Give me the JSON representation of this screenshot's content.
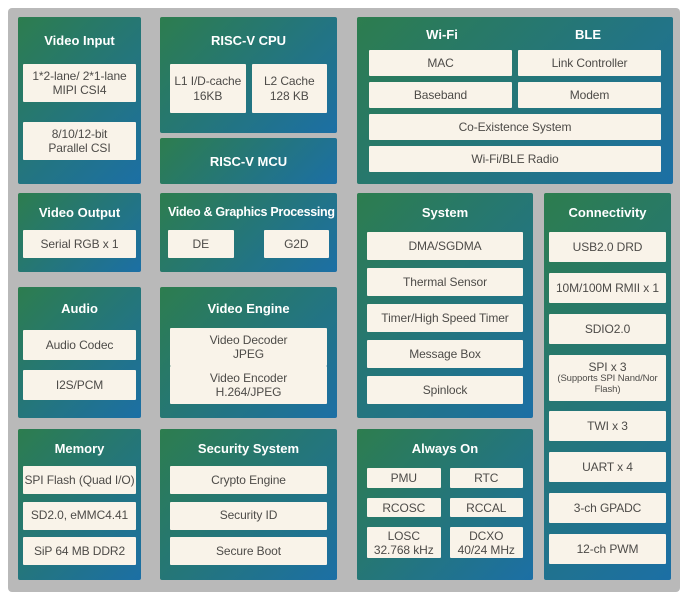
{
  "colors": {
    "grad_start": "#2d7d4e",
    "grad_end": "#1c6fa5",
    "panel_bg": "#b9b9b9",
    "box_bg": "#f9f3e9",
    "box_text": "#4d4b48",
    "title_text": "#ffffff"
  },
  "blocks": {
    "video_input": {
      "title": "Video Input",
      "items": [
        "1*2-lane/ 2*1-lane\nMIPI CSI4",
        "8/10/12-bit\nParallel CSI"
      ]
    },
    "riscv_cpu": {
      "title": "RISC-V CPU",
      "items": [
        "L1 I/D-cache\n16KB",
        "L2 Cache\n128 KB"
      ]
    },
    "riscv_mcu": {
      "title": "RISC-V MCU"
    },
    "wifi_ble": {
      "title_left": "Wi-Fi",
      "title_right": "BLE",
      "items": [
        "MAC",
        "Link Controller",
        "Baseband",
        "Modem",
        "Co-Existence System",
        "Wi-Fi/BLE Radio"
      ]
    },
    "video_output": {
      "title": "Video Output",
      "items": [
        "Serial RGB x 1"
      ]
    },
    "video_graphics": {
      "title": "Video & Graphics Processing",
      "items": [
        "DE",
        "G2D"
      ]
    },
    "system": {
      "title": "System",
      "items": [
        "DMA/SGDMA",
        "Thermal Sensor",
        "Timer/High Speed Timer",
        "Message Box",
        "Spinlock"
      ]
    },
    "connectivity": {
      "title": "Connectivity",
      "items_top": [
        "USB2.0 DRD",
        "10M/100M RMII x 1",
        "SDIO2.0"
      ],
      "spi": {
        "label": "SPI x 3",
        "sub": "(Supports SPI Nand/Nor\nFlash)"
      },
      "items_bottom": [
        "TWI x 3",
        "UART x 4",
        "3-ch GPADC",
        "12-ch PWM"
      ]
    },
    "audio": {
      "title": "Audio",
      "items": [
        "Audio Codec",
        "I2S/PCM"
      ]
    },
    "video_engine": {
      "title": "Video Engine",
      "items": [
        "Video Decoder\nJPEG",
        "Video Encoder\nH.264/JPEG"
      ]
    },
    "memory": {
      "title": "Memory",
      "items": [
        "SPI Flash (Quad I/O)",
        "SD2.0, eMMC4.41",
        "SiP 64 MB DDR2"
      ]
    },
    "security": {
      "title": "Security System",
      "items": [
        "Crypto Engine",
        "Security ID",
        "Secure Boot"
      ]
    },
    "always_on": {
      "title": "Always On",
      "items": [
        "PMU",
        "RTC",
        "RCOSC",
        "RCCAL",
        "LOSC\n32.768 kHz",
        "DCXO\n40/24 MHz"
      ]
    }
  }
}
